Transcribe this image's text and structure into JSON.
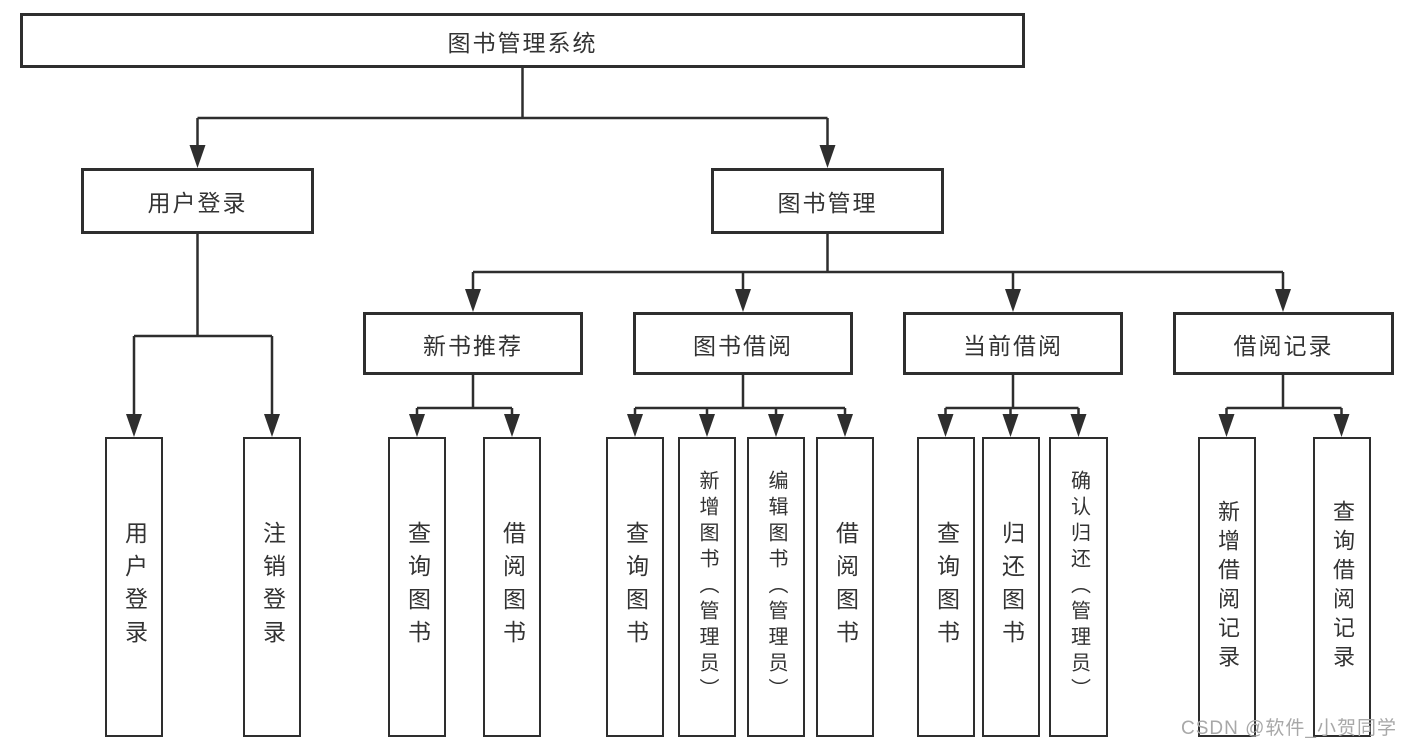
{
  "diagram": {
    "root": {
      "label": "图书管理系统"
    },
    "level2": [
      {
        "label": "用户登录"
      },
      {
        "label": "图书管理"
      }
    ],
    "level3": [
      {
        "label": "新书推荐"
      },
      {
        "label": "图书借阅"
      },
      {
        "label": "当前借阅"
      },
      {
        "label": "借阅记录"
      }
    ],
    "leaves": {
      "login": [
        "用户登录",
        "注销登录"
      ],
      "recommend": [
        "查询图书",
        "借阅图书"
      ],
      "borrow": [
        "查询图书",
        "新增图书（管理员）",
        "编辑图书（管理员）",
        "借阅图书"
      ],
      "current": [
        "查询图书",
        "归还图书",
        "确认归还（管理员）"
      ],
      "records": [
        "新增借阅记录",
        "查询借阅记录"
      ]
    }
  },
  "watermark": "CSDN @软件_小贺同学",
  "colors": {
    "line": "#2e2e2e",
    "box_border": "#2e2e2e",
    "text": "#333333",
    "background": "#ffffff",
    "watermark": "#a8a8a8"
  }
}
